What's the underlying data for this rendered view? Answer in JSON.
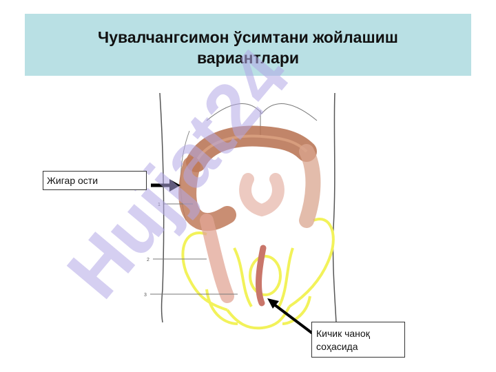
{
  "slide": {
    "title_line1": "Чувалчангсимон ўсимтани жойлашиш",
    "title_line2": "вариантлари"
  },
  "callouts": {
    "liver": "Жигар ости",
    "pelvis_line1": "Кичик чаноқ",
    "pelvis_line2": "соҳасида"
  },
  "figure_numbers": [
    "1",
    "2",
    "3"
  ],
  "watermark": "Hujjat24",
  "colors": {
    "title_band": "#b9e0e4",
    "pelvis_outline": "#f2f25a",
    "colon": "#c98a6e",
    "watermark": "#b3a8e6"
  }
}
